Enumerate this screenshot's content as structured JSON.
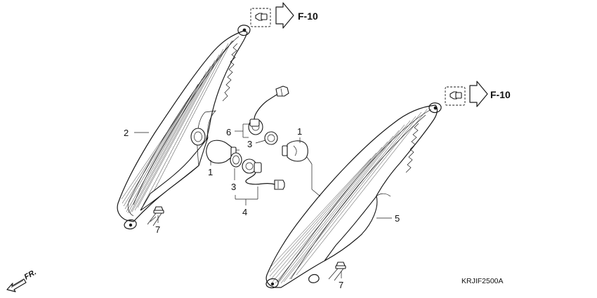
{
  "callouts": {
    "lens_left": "2",
    "bulb_left": "1",
    "bulb_right": "1",
    "grommet_upper": "3",
    "grommet_lower": "3",
    "socket_upper": "6",
    "socket_lower": "4",
    "lens_right": "5",
    "screw_left": "7",
    "screw_right": "7"
  },
  "refs": {
    "upper": "F-10",
    "lower": "F-10"
  },
  "direction_label": "FR.",
  "diagram_code": "KRJIF2500A",
  "colors": {
    "ink": "#1a1a1a",
    "background": "#ffffff"
  }
}
